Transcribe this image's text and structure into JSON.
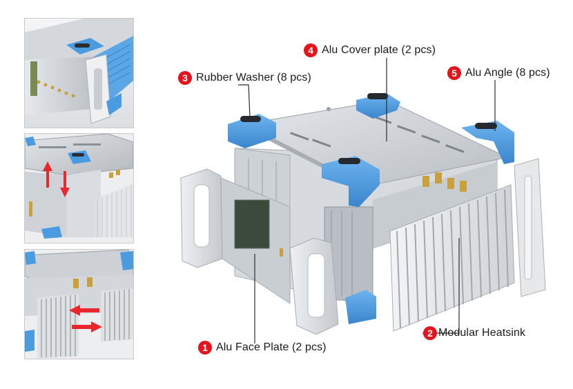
{
  "labels": [
    {
      "id": "1",
      "number": "1",
      "text": "Alu Face Plate (2 pcs)"
    },
    {
      "id": "2",
      "number": "2",
      "text": "Modular Heatsink"
    },
    {
      "id": "3",
      "number": "3",
      "text": "Rubber Washer (8 pcs)"
    },
    {
      "id": "4",
      "number": "4",
      "text": "Alu Cover plate (2 pcs)"
    },
    {
      "id": "5",
      "number": "5",
      "text": "Alu Angle (8 pcs)"
    }
  ],
  "colors": {
    "badge": "#e3141b",
    "accent_blue": "#4a9be0",
    "aluminum": "#c3c8cd",
    "arrow_red": "#e8282c"
  },
  "thumbnails": [
    {
      "name": "face-plate-detail"
    },
    {
      "name": "cover-removal-detail"
    },
    {
      "name": "heatsink-slide-detail"
    }
  ]
}
